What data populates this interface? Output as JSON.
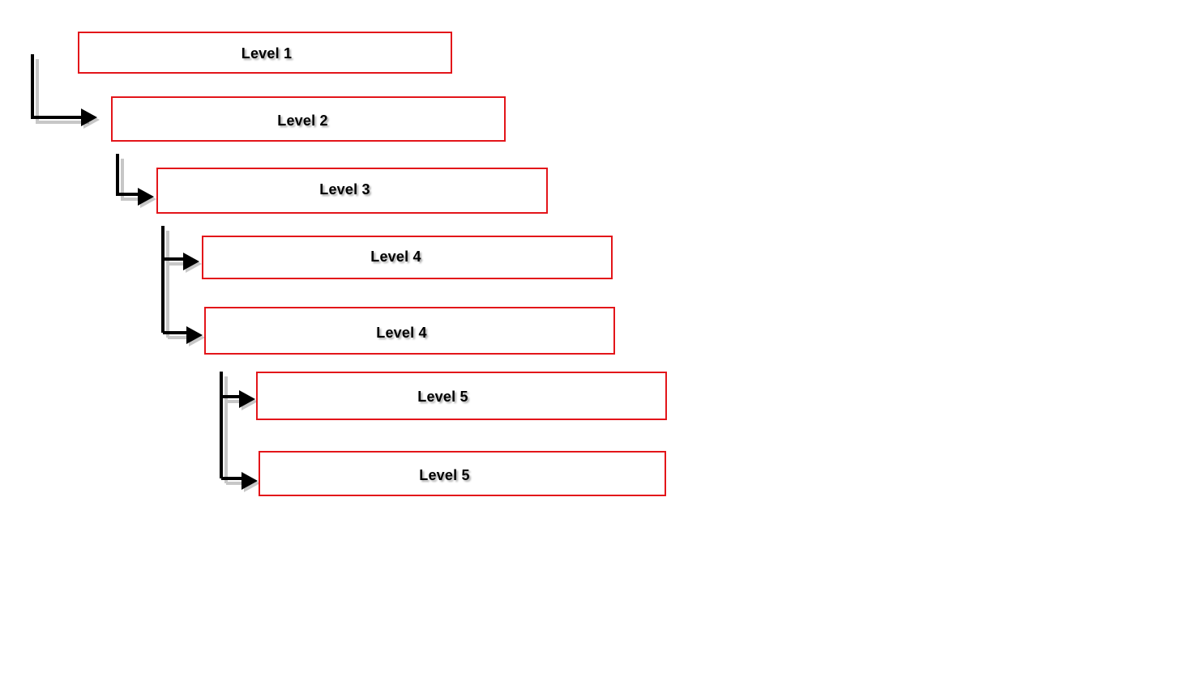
{
  "levels": [
    {
      "id": "level-1",
      "label": "Level 1"
    },
    {
      "id": "level-2",
      "label": "Level 2"
    },
    {
      "id": "level-3",
      "label": "Level 3"
    },
    {
      "id": "level-4a",
      "label": "Level 4"
    },
    {
      "id": "level-4b",
      "label": "Level 4"
    },
    {
      "id": "level-5a",
      "label": "Level 5"
    },
    {
      "id": "level-5b",
      "label": "Level 5"
    }
  ],
  "edges": [
    {
      "from": "level-1",
      "to": "level-2"
    },
    {
      "from": "level-2",
      "to": "level-3"
    },
    {
      "from": "level-3",
      "to": "level-4a"
    },
    {
      "from": "level-3",
      "to": "level-4b"
    },
    {
      "from": "level-4b",
      "to": "level-5a"
    },
    {
      "from": "level-4b",
      "to": "level-5b"
    }
  ],
  "colors": {
    "box_border": "#e3151a",
    "connector": "#000000",
    "background": "#ffffff"
  }
}
